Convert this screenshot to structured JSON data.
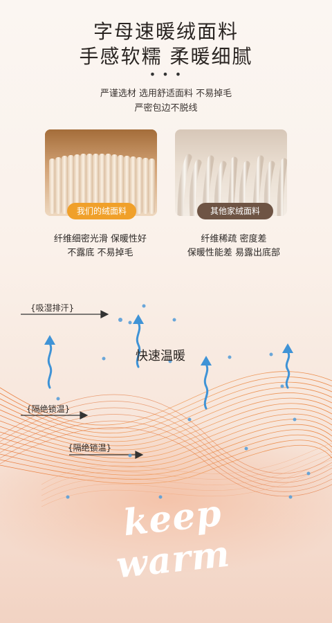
{
  "title": {
    "line1": "字母速暖绒面料",
    "line2": "手感软糯 柔暖细腻"
  },
  "dots": "• • •",
  "subtitle": {
    "line1": "严谨选材 选用舒适面料 不易掉毛",
    "line2": "严密包边不脱线"
  },
  "compare": {
    "ours": {
      "badge": "我们的绒面料",
      "line1": "纤维细密光滑 保暖性好",
      "line2": "不露底 不易掉毛",
      "badge_color": "#f0a02a"
    },
    "other": {
      "badge": "其他家绒面料",
      "line1": "纤维稀疏 密度差",
      "line2": "保暖性能差 易露出底部",
      "badge_color": "#6e5444"
    }
  },
  "diagram": {
    "label_absorb": "{吸湿排汗}",
    "label_fast": "快速温暖",
    "label_lock1": "{隔绝锁温}",
    "label_lock2": "{隔绝锁温}",
    "script_word1": "keep",
    "script_word2": "warm",
    "arrow_color": "#3f93d6",
    "wave_color": "#e8782e"
  }
}
